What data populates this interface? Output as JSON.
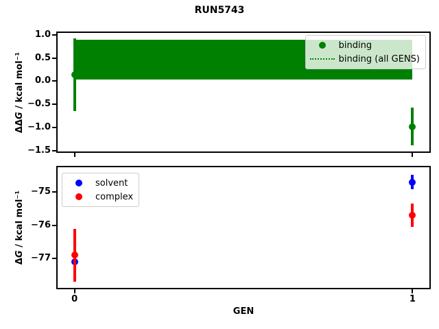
{
  "title": "RUN5743",
  "chart_data": [
    {
      "type": "scatter",
      "name": "ddg-vs-gen",
      "title": "RUN5743",
      "ylabel": {
        "delta": "ΔΔ",
        "symbol": "G",
        "units": " / kcal mol⁻¹"
      },
      "ylabel_text": "ΔΔG / kcal mol⁻¹",
      "xlim": [
        -0.05,
        1.05
      ],
      "ylim": [
        -1.52,
        1.043
      ],
      "grid": false,
      "yticks": [
        {
          "v": 1.0,
          "label": "1.0"
        },
        {
          "v": 0.5,
          "label": "0.5"
        },
        {
          "v": 0.0,
          "label": "0.0"
        },
        {
          "v": -0.5,
          "label": "−0.5"
        },
        {
          "v": -1.0,
          "label": "−1.0"
        },
        {
          "v": -1.5,
          "label": "−1.5"
        }
      ],
      "xticks": [
        {
          "v": 0,
          "label": ""
        },
        {
          "v": 1,
          "label": ""
        }
      ],
      "band": {
        "name": "binding (all GENS)",
        "color": "#008000",
        "x0": 0,
        "x1": 1,
        "y_low": 0.04,
        "y_high": 0.89
      },
      "series": [
        {
          "name": "binding",
          "color": "#008000",
          "points": [
            {
              "x": 0,
              "y": 0.14,
              "yerr": 0.79
            },
            {
              "x": 1,
              "y": -0.98,
              "yerr": 0.41
            }
          ]
        }
      ],
      "legend": {
        "position": "upper-right",
        "items": [
          {
            "label": "binding",
            "marker": "dot",
            "color": "#008000"
          },
          {
            "label": "binding (all GENS)",
            "marker": "dotted-line",
            "color": "#008000"
          }
        ]
      }
    },
    {
      "type": "scatter",
      "name": "dg-vs-gen",
      "xlabel": "GEN",
      "ylabel": {
        "delta": "Δ",
        "symbol": "G",
        "units": " / kcal mol⁻¹"
      },
      "ylabel_text": "ΔG / kcal mol⁻¹",
      "xlim": [
        -0.05,
        1.05
      ],
      "ylim": [
        -77.88,
        -74.25
      ],
      "grid": false,
      "yticks": [
        {
          "v": -75,
          "label": "−75"
        },
        {
          "v": -76,
          "label": "−76"
        },
        {
          "v": -77,
          "label": "−77"
        }
      ],
      "xticks": [
        {
          "v": 0,
          "label": "0"
        },
        {
          "v": 1,
          "label": "1"
        }
      ],
      "series": [
        {
          "name": "solvent",
          "color": "#0000ff",
          "points": [
            {
              "x": 0,
              "y": -77.1,
              "yerr": 0.2
            },
            {
              "x": 1,
              "y": -74.7,
              "yerr": 0.22
            }
          ]
        },
        {
          "name": "complex",
          "color": "#ff0000",
          "points": [
            {
              "x": 0,
              "y": -76.9,
              "yerr": 0.8
            },
            {
              "x": 1,
              "y": -75.7,
              "yerr": 0.35
            }
          ]
        }
      ],
      "legend": {
        "position": "upper-left",
        "items": [
          {
            "label": "solvent",
            "marker": "dot",
            "color": "#0000ff"
          },
          {
            "label": "complex",
            "marker": "dot",
            "color": "#ff0000"
          }
        ]
      }
    }
  ]
}
